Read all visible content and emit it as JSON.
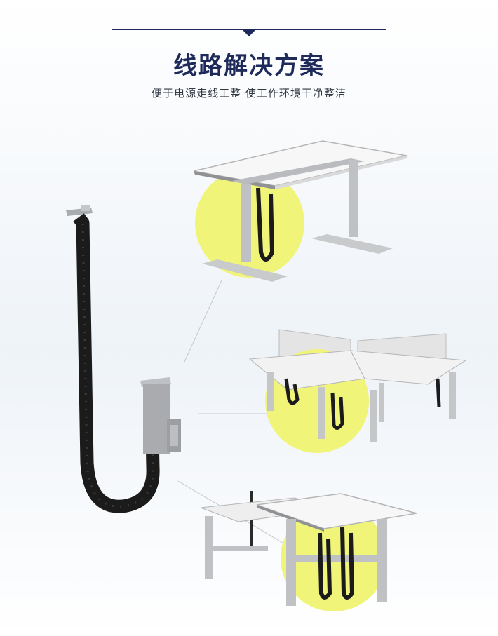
{
  "header": {
    "title": "线路解决方案",
    "subtitle": "便于电源走线工整 使工作环境干净整洁"
  },
  "colors": {
    "title": "#1e2a5a",
    "highlight": "#f0f478",
    "cable_chain": "#1a1a1a",
    "frame": "#a7a9ac"
  },
  "illustrations": [
    "cable-chain-product",
    "single-desk-with-cable-chain",
    "workstation-cluster-with-cable-chain",
    "double-desk-with-cable-chains"
  ]
}
